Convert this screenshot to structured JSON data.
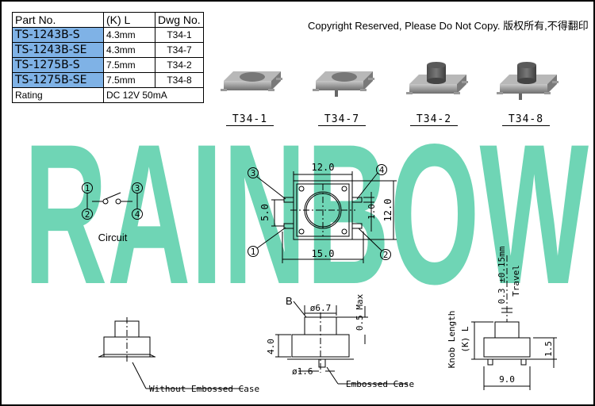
{
  "table": {
    "headers": {
      "part_no": "Part No.",
      "kl": "(K) L",
      "dwg_no": "Dwg No."
    },
    "rows": [
      {
        "part_no": "TS-1243B-S",
        "kl": "4.3mm",
        "dwg_no": "T34-1"
      },
      {
        "part_no": "TS-1243B-SE",
        "kl": "4.3mm",
        "dwg_no": "T34-7"
      },
      {
        "part_no": "TS-1275B-S",
        "kl": "7.5mm",
        "dwg_no": "T34-2"
      },
      {
        "part_no": "TS-1275B-SE",
        "kl": "7.5mm",
        "dwg_no": "T34-8"
      }
    ],
    "rating": {
      "label": "Rating",
      "value": "DC 12V 50mA"
    }
  },
  "copyright": "Copyright Reserved, Please Do Not Copy. 版权所有,不得翻印",
  "watermark": "RAINBOW",
  "variants": [
    "T34-1",
    "T34-7",
    "T34-2",
    "T34-8"
  ],
  "circuit": {
    "label": "Circuit",
    "pins": [
      "1",
      "2",
      "3",
      "4"
    ]
  },
  "top_view": {
    "width_top": "12.0",
    "width_bottom": "15.0",
    "height_right": "12.0",
    "pad_pitch": "5.0",
    "lead_width": "1.0",
    "pins": [
      "1",
      "2",
      "3",
      "4"
    ]
  },
  "side_views": {
    "left_label": "Without Embossed Case",
    "middle_label": "Embossed Case",
    "detail_label": "B",
    "knob_diameter": "ø6.7",
    "boss_diameter": "ø1.6",
    "height": "4.0",
    "knob_max": "0.5 Max",
    "travel": "0.3 ±0.15mm",
    "travel_label": "Travel",
    "knob_length_label": "Knob Length",
    "kl_label": "(K) L",
    "base_width": "9.0",
    "lead_height": "1.5"
  },
  "colors": {
    "watermark": "#6fd5b5",
    "part_cell": "#7fb2e6",
    "button_body": "#9a9a9a"
  }
}
